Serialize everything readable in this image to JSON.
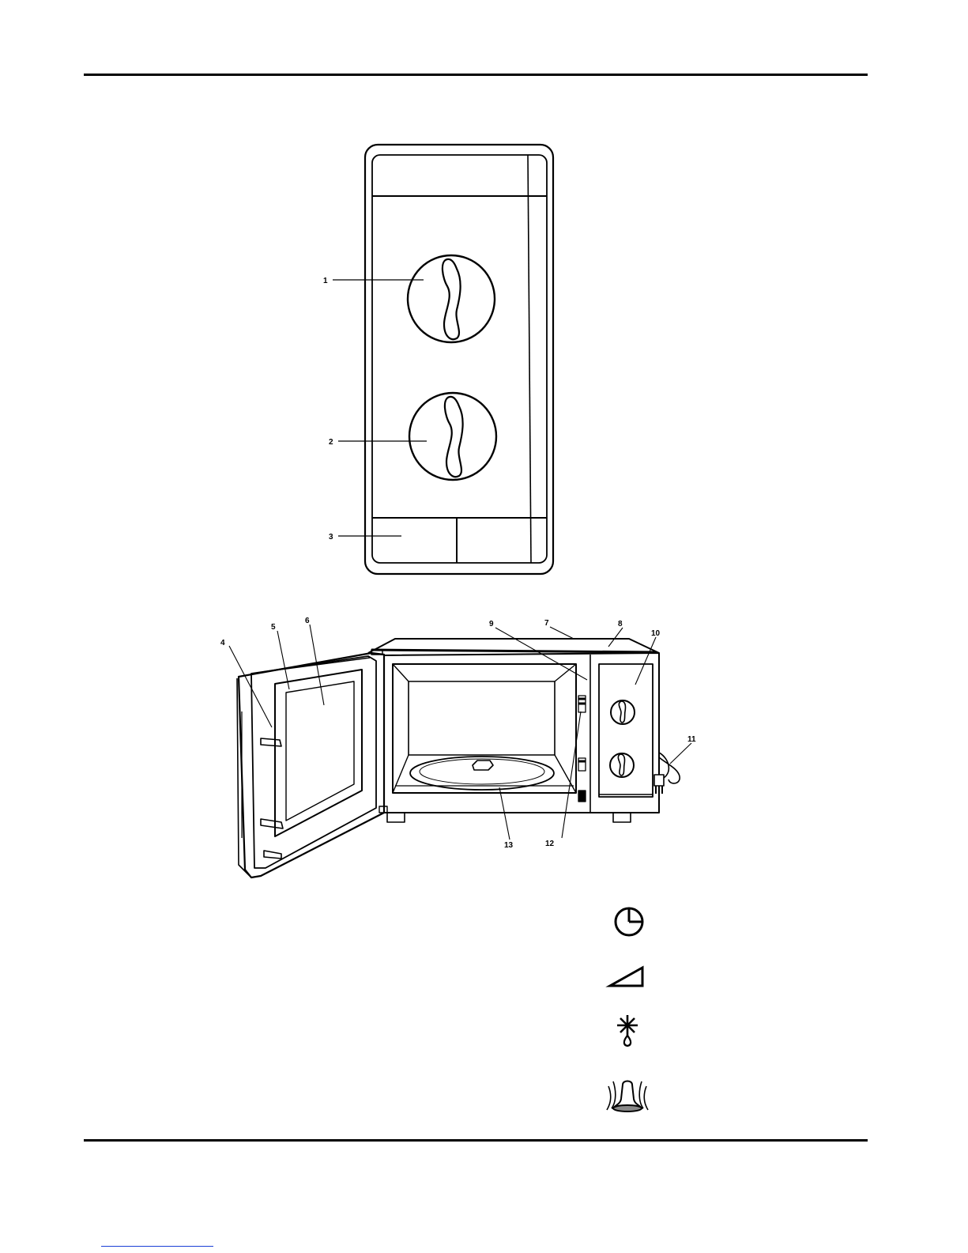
{
  "control_panel": {
    "callouts": [
      "1",
      "2",
      "3"
    ]
  },
  "oven": {
    "callouts": [
      "4",
      "5",
      "6",
      "7",
      "8",
      "9",
      "10",
      "11",
      "12",
      "13"
    ]
  },
  "symbols": [
    {
      "icon": "timer-clock-icon"
    },
    {
      "icon": "power-level-icon"
    },
    {
      "icon": "defrost-icon"
    },
    {
      "icon": "bell-icon"
    }
  ],
  "colors": {
    "ink": "#000000",
    "link_underline": "#1a3fd6"
  }
}
